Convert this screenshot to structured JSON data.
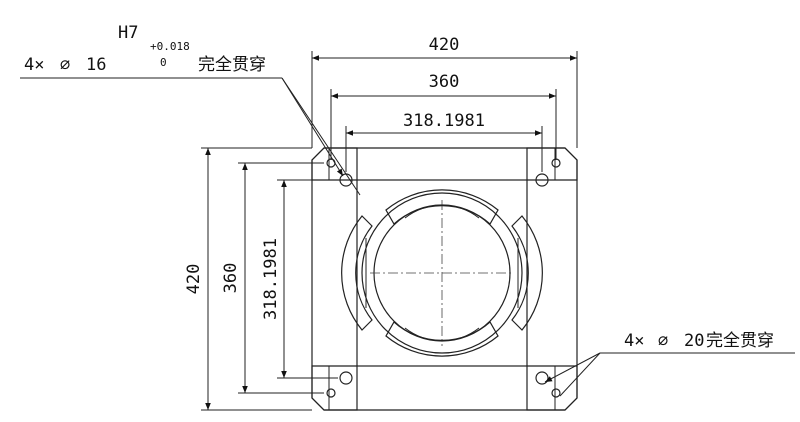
{
  "dimensions": {
    "overall_width": "420",
    "bolt_pitch_width": "360",
    "inner_width": "318.1981",
    "overall_height": "420",
    "bolt_pitch_height": "360",
    "inner_height": "318.1981"
  },
  "note_top": {
    "qty": "4×",
    "dia_symbol": "∅",
    "diameter": "16",
    "fit": "H7",
    "tol_upper": "+0.018",
    "tol_lower": "0",
    "through": "完全贯穿"
  },
  "note_bottom": {
    "qty": "4×",
    "dia_symbol": "∅",
    "diameter": "20",
    "through": "完全贯穿"
  }
}
